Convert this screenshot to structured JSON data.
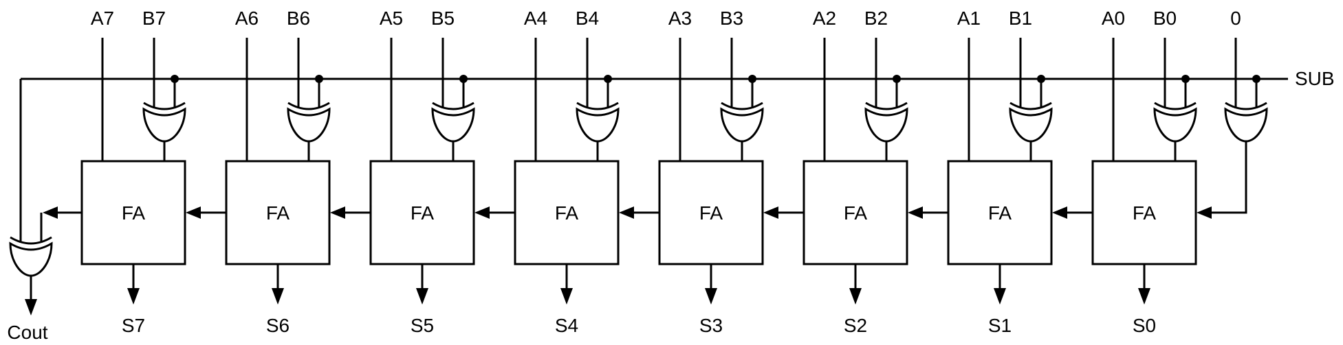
{
  "title": "8-bit ripple-carry adder/subtractor",
  "control": {
    "label": "SUB"
  },
  "carry_in": {
    "label": "0"
  },
  "carry_out": {
    "label": "Cout"
  },
  "block_label": "FA",
  "bits": [
    {
      "a": "A7",
      "b": "B7",
      "s": "S7"
    },
    {
      "a": "A6",
      "b": "B6",
      "s": "S6"
    },
    {
      "a": "A5",
      "b": "B5",
      "s": "S5"
    },
    {
      "a": "A4",
      "b": "B4",
      "s": "S4"
    },
    {
      "a": "A3",
      "b": "B3",
      "s": "S3"
    },
    {
      "a": "A2",
      "b": "B2",
      "s": "S2"
    },
    {
      "a": "A1",
      "b": "B1",
      "s": "S1"
    },
    {
      "a": "A0",
      "b": "B0",
      "s": "S0"
    }
  ]
}
